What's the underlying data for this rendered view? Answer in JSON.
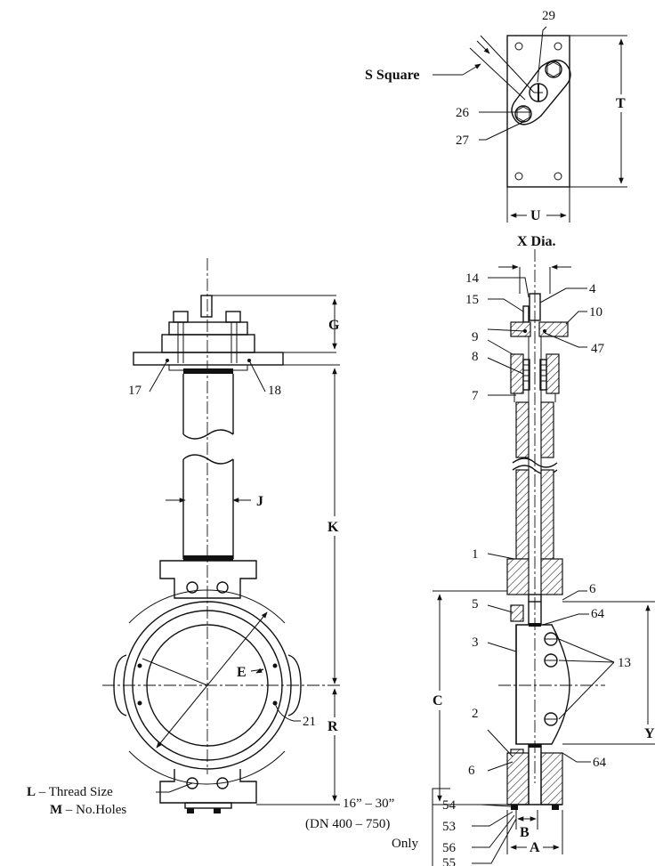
{
  "top_view": {
    "s_square": "S Square",
    "t": "T",
    "u": "U",
    "x_dia": "X Dia.",
    "p26": "26",
    "p27": "27",
    "p29": "29"
  },
  "front_view": {
    "g": "G",
    "j": "J",
    "k": "K",
    "e": "E",
    "r": "R",
    "p17": "17",
    "p18": "18",
    "p21": "21",
    "l_bold": "L",
    "l_text": " – Thread Size",
    "m_bold": "M",
    "m_text": " – No.Holes"
  },
  "side_view": {
    "p14": "14",
    "p15": "15",
    "p4": "4",
    "p10": "10",
    "p9": "9",
    "p47": "47",
    "p8": "8",
    "p7": "7",
    "p1": "1",
    "p6a": "6",
    "p5": "5",
    "p64a": "64",
    "p3": "3",
    "p13": "13",
    "c": "C",
    "y": "Y",
    "p2": "2",
    "p6b": "6",
    "p64b": "64",
    "b": "B",
    "a": "A",
    "p54": "54",
    "p53": "53",
    "p56": "56",
    "p55": "55",
    "note_line1": "16” – 30”",
    "note_line2": "(DN 400 – 750)",
    "note_line3": "Only"
  }
}
